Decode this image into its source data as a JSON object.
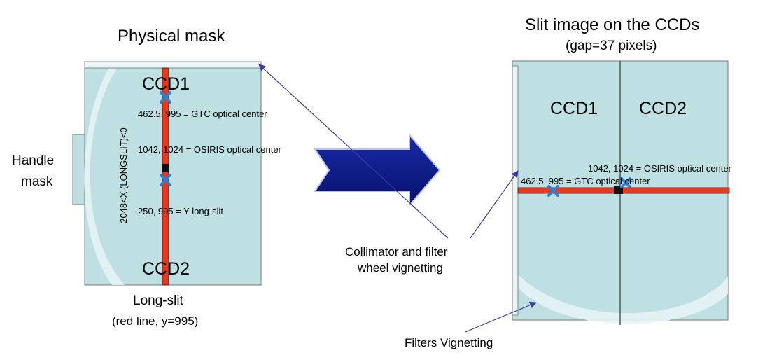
{
  "left": {
    "title": "Physical mask",
    "handle_line1": "Handle",
    "handle_line2": "mask",
    "ccd_top": "CCD1",
    "ccd_bottom": "CCD2",
    "gtc_center": "462.5, 995 = GTC optical center",
    "osiris_center": "1042, 1024 = OSIRIS optical center",
    "y_longslit": "250, 995 = Y long-slit",
    "rotated_label": "2048<X (LONGSLIT)<0",
    "longslit_line1": "Long-slit",
    "longslit_line2": "(red line, y=995)"
  },
  "right": {
    "title_line1": "Slit image on the CCDs",
    "title_line2": "(gap=37 pixels)",
    "ccd_left": "CCD1",
    "ccd_right": "CCD2",
    "osiris_center": "1042, 1024 = OSIRIS optical center",
    "gtc_center": "462.5, 995 = GTC optical center"
  },
  "annotations": {
    "collimator_line1": "Collimator and filter",
    "collimator_line2": "wheel vignetting",
    "filters": "Filters Vignetting"
  },
  "colors": {
    "ccd_fill": "#bfe0e3",
    "slit_red": "#e8391d",
    "marker_blue": "#2f7fd0",
    "arrow_navy": "#0d1a8c",
    "pointer": "#3b3b9e"
  }
}
